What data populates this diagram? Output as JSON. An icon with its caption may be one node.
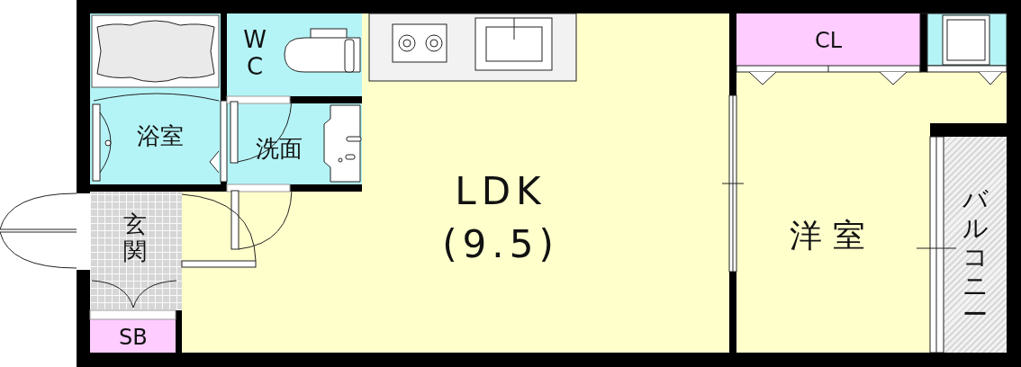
{
  "diagram": {
    "nodes": [
      {
        "text": [
          "浴室"
        ]
      },
      {
        "text": [
          "WC"
        ]
      },
      {
        "text": [
          "洗面"
        ]
      },
      {
        "text": [
          "LDK (9.5)"
        ]
      },
      {
        "text": [
          "洋室"
        ]
      },
      {
        "text": [
          "CL"
        ]
      },
      {
        "text": [
          "バルコニー"
        ]
      },
      {
        "text": [
          "玄関"
        ]
      },
      {
        "text": [
          "SB"
        ]
      }
    ]
  }
}
